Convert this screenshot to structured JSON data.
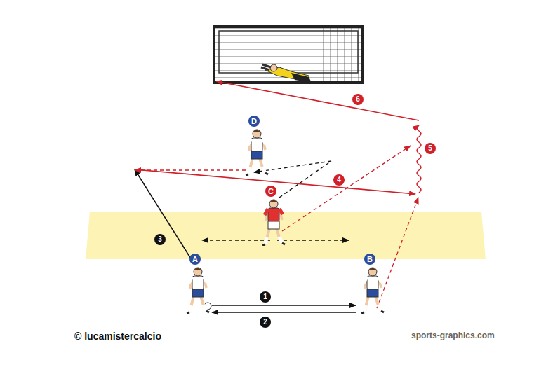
{
  "diagram": {
    "nodes": [
      {
        "text": [
          "A"
        ]
      },
      {
        "text": [
          "B"
        ]
      },
      {
        "text": [
          "C"
        ]
      },
      {
        "text": [
          "D"
        ]
      }
    ],
    "edges": [
      {
        "from": 0,
        "to": 1,
        "arrow": "to",
        "label": "1"
      },
      {
        "from": 1,
        "to": 0,
        "arrow": "to",
        "label": "2"
      }
    ],
    "labels": [
      "3",
      "4",
      "5",
      "6",
      "© lucamistercalcio",
      "sports-graphics.com"
    ]
  }
}
